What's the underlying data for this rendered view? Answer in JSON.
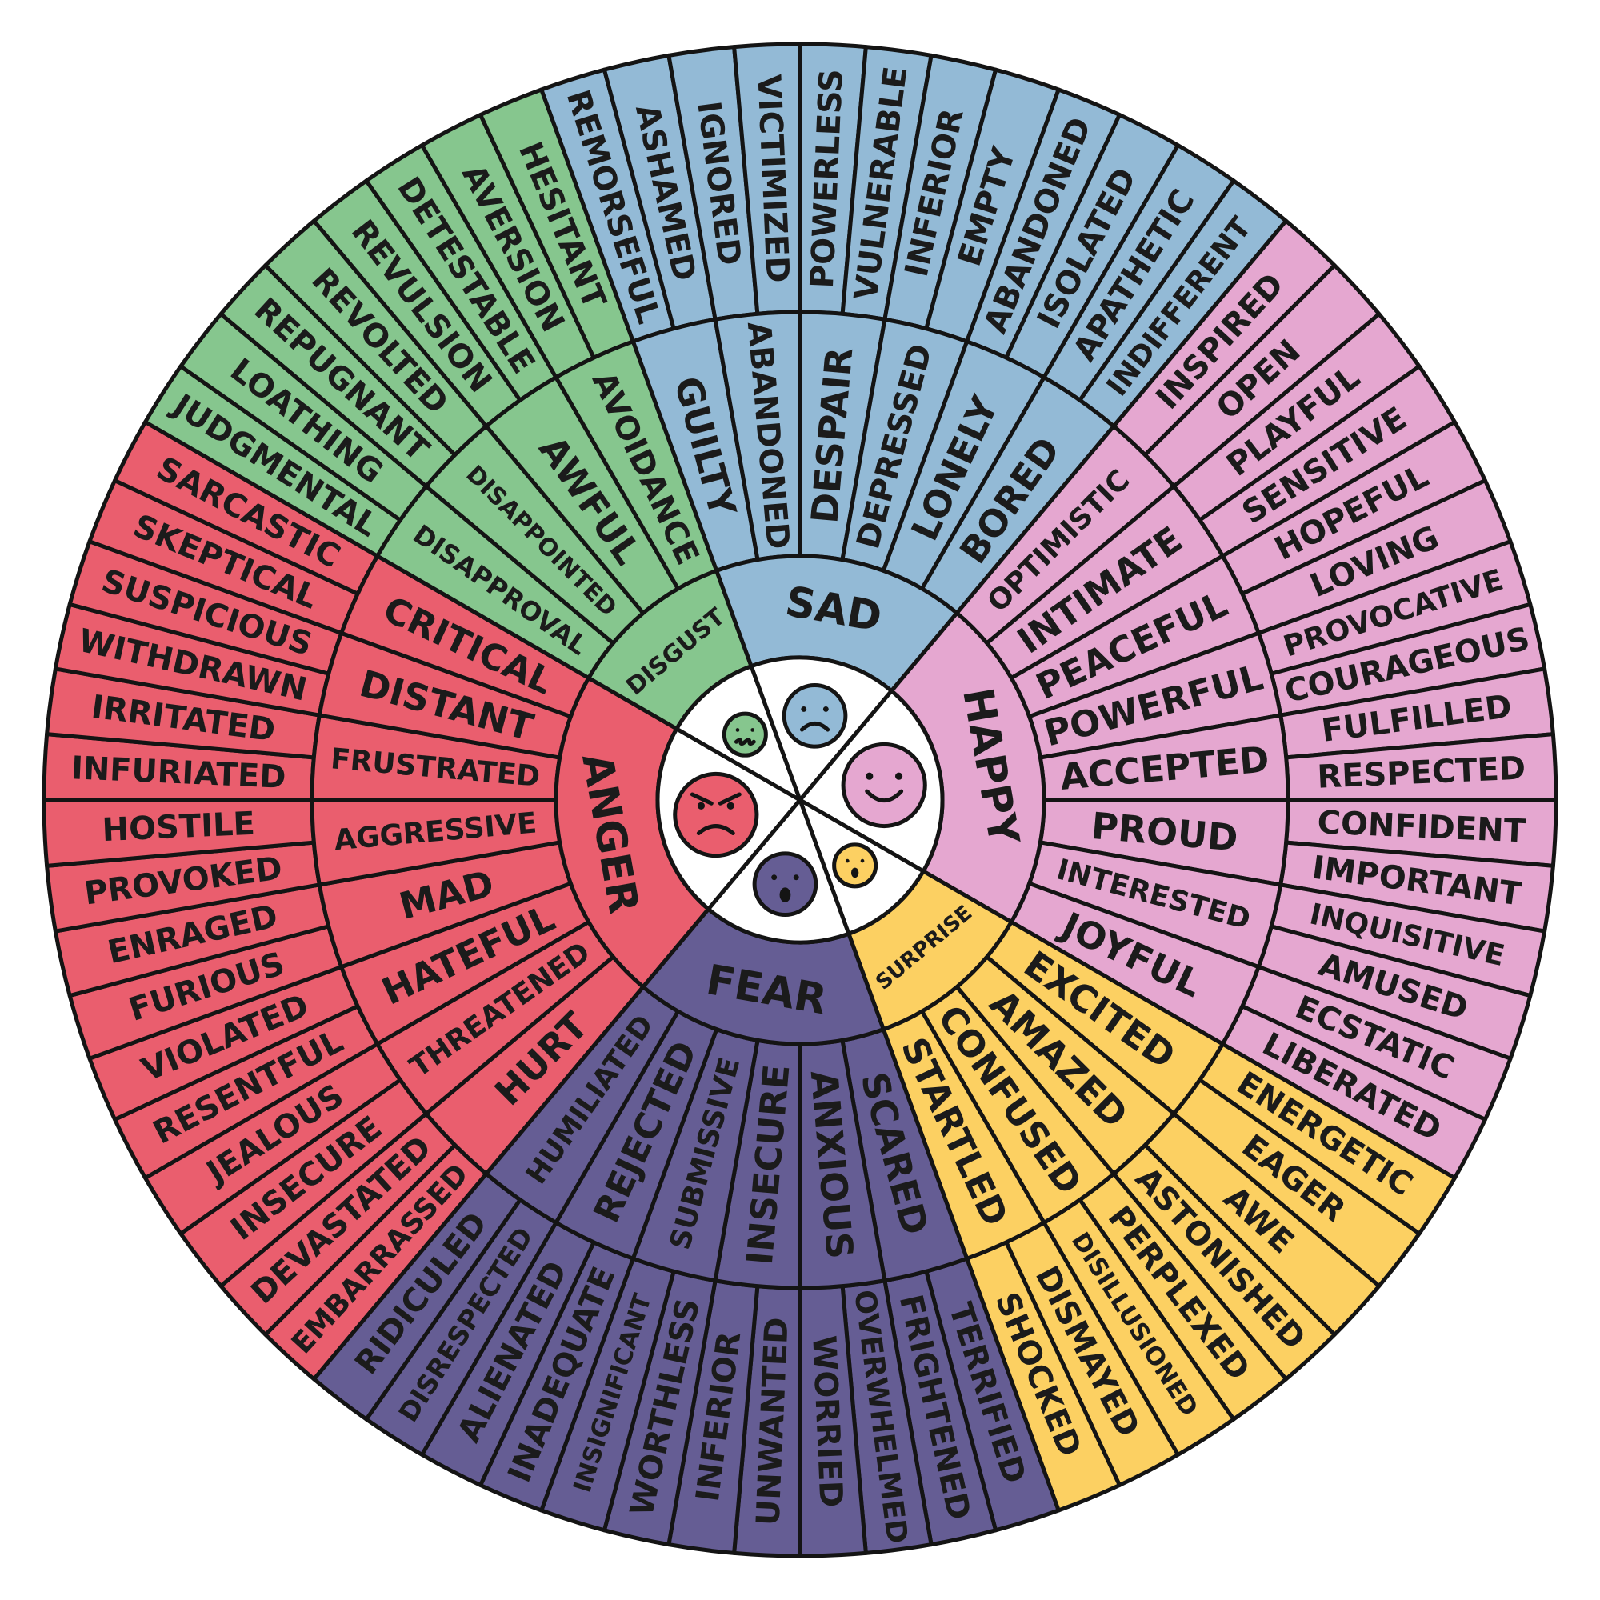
{
  "colors": {
    "anger": "#ea5e6e",
    "disgust": "#86c68e",
    "sad": "#93bad6",
    "happy": "#e5a7d0",
    "surprise": "#fcd062",
    "fear": "#655d94",
    "center": "#ffffff",
    "outline": "#141414"
  },
  "emotions": [
    {
      "key": "anger",
      "name": "ANGER",
      "face": "angry-face",
      "secondary": [
        {
          "label": "HURT",
          "tertiary": [
            "EMBARRASSED",
            "DEVASTATED"
          ]
        },
        {
          "label": "THREATENED",
          "tertiary": [
            "INSECURE",
            "JEALOUS"
          ]
        },
        {
          "label": "HATEFUL",
          "tertiary": [
            "RESENTFUL",
            "VIOLATED"
          ]
        },
        {
          "label": "MAD",
          "tertiary": [
            "FURIOUS",
            "ENRAGED"
          ]
        },
        {
          "label": "AGGRESSIVE",
          "tertiary": [
            "PROVOKED",
            "HOSTILE"
          ]
        },
        {
          "label": "FRUSTRATED",
          "tertiary": [
            "INFURIATED",
            "IRRITATED"
          ]
        },
        {
          "label": "DISTANT",
          "tertiary": [
            "WITHDRAWN",
            "SUSPICIOUS"
          ]
        },
        {
          "label": "CRITICAL",
          "tertiary": [
            "SKEPTICAL",
            "SARCASTIC"
          ]
        }
      ]
    },
    {
      "key": "disgust",
      "name": "DISGUST",
      "face": "nauseated-face",
      "secondary": [
        {
          "label": "DISAPPROVAL",
          "tertiary": [
            "JUDGMENTAL",
            "LOATHING"
          ]
        },
        {
          "label": "DISAPPOINTED",
          "tertiary": [
            "REPUGNANT",
            "REVOLTED"
          ]
        },
        {
          "label": "AWFUL",
          "tertiary": [
            "REVULSION",
            "DETESTABLE"
          ]
        },
        {
          "label": "AVOIDANCE",
          "tertiary": [
            "AVERSION",
            "HESITANT"
          ]
        }
      ]
    },
    {
      "key": "sad",
      "name": "SAD",
      "face": "sad-face",
      "secondary": [
        {
          "label": "GUILTY",
          "tertiary": [
            "REMORSEFUL",
            "ASHAMED"
          ]
        },
        {
          "label": "ABANDONED",
          "tertiary": [
            "IGNORED",
            "VICTIMIZED"
          ]
        },
        {
          "label": "DESPAIR",
          "tertiary": [
            "POWERLESS",
            "VULNERABLE"
          ]
        },
        {
          "label": "DEPRESSED",
          "tertiary": [
            "INFERIOR",
            "EMPTY"
          ]
        },
        {
          "label": "LONELY",
          "tertiary": [
            "ABANDONED",
            "ISOLATED"
          ]
        },
        {
          "label": "BORED",
          "tertiary": [
            "APATHETIC",
            "INDIFFERENT"
          ]
        }
      ]
    },
    {
      "key": "happy",
      "name": "HAPPY",
      "face": "smiling-face",
      "secondary": [
        {
          "label": "OPTIMISTIC",
          "tertiary": [
            "INSPIRED",
            "OPEN"
          ]
        },
        {
          "label": "INTIMATE",
          "tertiary": [
            "PLAYFUL",
            "SENSITIVE"
          ]
        },
        {
          "label": "PEACEFUL",
          "tertiary": [
            "HOPEFUL",
            "LOVING"
          ]
        },
        {
          "label": "POWERFUL",
          "tertiary": [
            "PROVOCATIVE",
            "COURAGEOUS"
          ]
        },
        {
          "label": "ACCEPTED",
          "tertiary": [
            "FULFILLED",
            "RESPECTED"
          ]
        },
        {
          "label": "PROUD",
          "tertiary": [
            "CONFIDENT",
            "IMPORTANT"
          ]
        },
        {
          "label": "INTERESTED",
          "tertiary": [
            "INQUISITIVE",
            "AMUSED"
          ]
        },
        {
          "label": "JOYFUL",
          "tertiary": [
            "ECSTATIC",
            "LIBERATED"
          ]
        }
      ]
    },
    {
      "key": "surprise",
      "name": "SURPRISE",
      "face": "surprised-face",
      "secondary": [
        {
          "label": "EXCITED",
          "tertiary": [
            "ENERGETIC",
            "EAGER"
          ]
        },
        {
          "label": "AMAZED",
          "tertiary": [
            "AWE",
            "ASTONISHED"
          ]
        },
        {
          "label": "CONFUSED",
          "tertiary": [
            "PERPLEXED",
            "DISILLUSIONED"
          ]
        },
        {
          "label": "STARTLED",
          "tertiary": [
            "DISMAYED",
            "SHOCKED"
          ]
        }
      ]
    },
    {
      "key": "fear",
      "name": "FEAR",
      "face": "frightened-face",
      "secondary": [
        {
          "label": "SCARED",
          "tertiary": [
            "TERRIFIED",
            "FRIGHTENED"
          ]
        },
        {
          "label": "ANXIOUS",
          "tertiary": [
            "OVERWHELMED",
            "WORRIED"
          ]
        },
        {
          "label": "INSECURE",
          "tertiary": [
            "UNWANTED",
            "INFERIOR"
          ]
        },
        {
          "label": "SUBMISSIVE",
          "tertiary": [
            "WORTHLESS",
            "INSIGNIFICANT"
          ]
        },
        {
          "label": "REJECTED",
          "tertiary": [
            "INADEQUATE",
            "ALIENATED"
          ]
        },
        {
          "label": "HUMILIATED",
          "tertiary": [
            "DISRESPECTED",
            "RIDICULED"
          ]
        }
      ]
    }
  ]
}
